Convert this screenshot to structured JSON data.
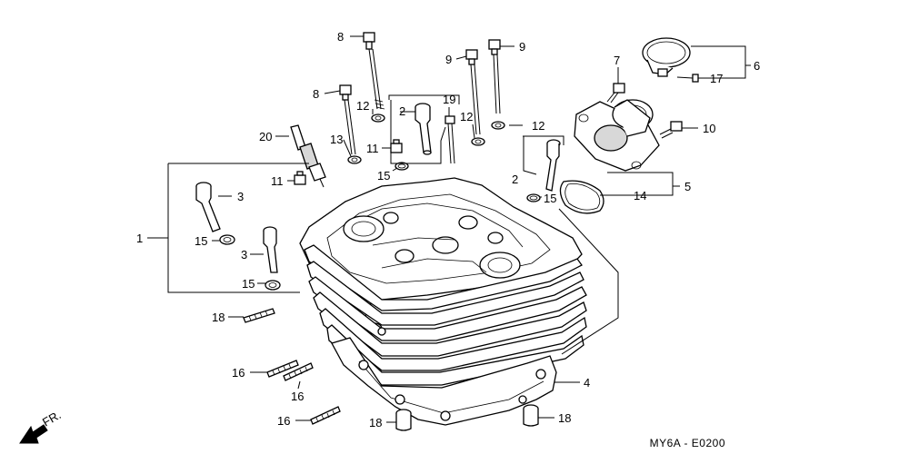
{
  "callouts": [
    {
      "key": "p8a",
      "label": "8"
    },
    {
      "key": "p8b",
      "label": "8"
    },
    {
      "key": "p9a",
      "label": "9"
    },
    {
      "key": "p9b",
      "label": "9"
    },
    {
      "key": "p7",
      "label": "7"
    },
    {
      "key": "p6",
      "label": "6"
    },
    {
      "key": "p17",
      "label": "17"
    },
    {
      "key": "p10",
      "label": "10"
    },
    {
      "key": "p5",
      "label": "5"
    },
    {
      "key": "p14",
      "label": "14"
    },
    {
      "key": "p2a",
      "label": "2"
    },
    {
      "key": "p2b",
      "label": "2"
    },
    {
      "key": "p19",
      "label": "19"
    },
    {
      "key": "p12a",
      "label": "12"
    },
    {
      "key": "p12b",
      "label": "12"
    },
    {
      "key": "p12c",
      "label": "12"
    },
    {
      "key": "p13",
      "label": "13"
    },
    {
      "key": "p11a",
      "label": "11"
    },
    {
      "key": "p11b",
      "label": "11"
    },
    {
      "key": "p15a",
      "label": "15"
    },
    {
      "key": "p15b",
      "label": "15"
    },
    {
      "key": "p15c",
      "label": "15"
    },
    {
      "key": "p15d",
      "label": "15"
    },
    {
      "key": "p20",
      "label": "20"
    },
    {
      "key": "p3a",
      "label": "3"
    },
    {
      "key": "p3b",
      "label": "3"
    },
    {
      "key": "p1",
      "label": "1"
    },
    {
      "key": "p4",
      "label": "4"
    },
    {
      "key": "p18a",
      "label": "18"
    },
    {
      "key": "p18b",
      "label": "18"
    },
    {
      "key": "p18c",
      "label": "18"
    },
    {
      "key": "p16a",
      "label": "16"
    },
    {
      "key": "p16b",
      "label": "16"
    },
    {
      "key": "p16c",
      "label": "16"
    }
  ],
  "labels": {
    "p8a": "8",
    "p8b": "8",
    "p9a": "9",
    "p9b": "9",
    "p7": "7",
    "p6": "6",
    "p17": "17",
    "p10": "10",
    "p5": "5",
    "p14": "14",
    "p2a": "2",
    "p2b": "2",
    "p19": "19",
    "p12a": "12",
    "p12b": "12",
    "p12c": "12",
    "p13": "13",
    "p11a": "11",
    "p11b": "11",
    "p15a": "15",
    "p15b": "15",
    "p15c": "15",
    "p15d": "15",
    "p20": "20",
    "p3a": "3",
    "p3b": "3",
    "p1": "1",
    "p4": "4",
    "p18a": "18",
    "p18b": "18",
    "p18c": "18",
    "p16a": "16",
    "p16b": "16",
    "p16c": "16"
  },
  "front_marker": "FR.",
  "diagram_code": "MY6A - E0200"
}
